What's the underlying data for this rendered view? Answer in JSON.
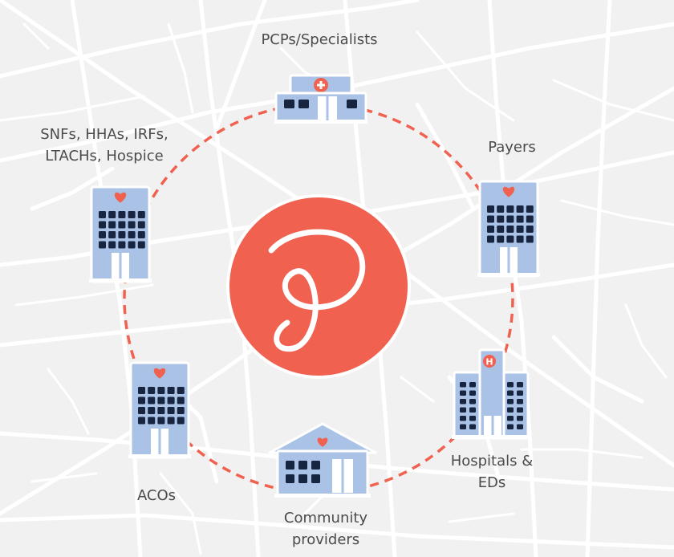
{
  "colors": {
    "background": "#f1f1f2",
    "roads": "#ffffff",
    "accent": "#f0614f",
    "building_fill": "#a9c2e6",
    "building_outline": "#ffffff",
    "window": "#172540",
    "heart": "#f0614f"
  },
  "center_logo": {
    "icon": "stylized-p-logo",
    "color": "#f0614f"
  },
  "nodes": [
    {
      "id": "pcps",
      "icon": "clinic-building-icon",
      "label_lines": [
        "PCPs/Specialists"
      ]
    },
    {
      "id": "payers",
      "icon": "tower-heart-building-icon",
      "label_lines": [
        "Payers"
      ]
    },
    {
      "id": "hospitals",
      "icon": "hospital-building-icon",
      "label_lines": [
        "Hospitals &",
        "EDs"
      ]
    },
    {
      "id": "community",
      "icon": "house-heart-building-icon",
      "label_lines": [
        "Community",
        "providers"
      ]
    },
    {
      "id": "acos",
      "icon": "tower-heart-building-icon",
      "label_lines": [
        "ACOs"
      ]
    },
    {
      "id": "snfs",
      "icon": "tower-heart-building-icon",
      "label_lines": [
        "SNFs, HHAs, IRFs,",
        "LTACHs, Hospice"
      ]
    }
  ]
}
